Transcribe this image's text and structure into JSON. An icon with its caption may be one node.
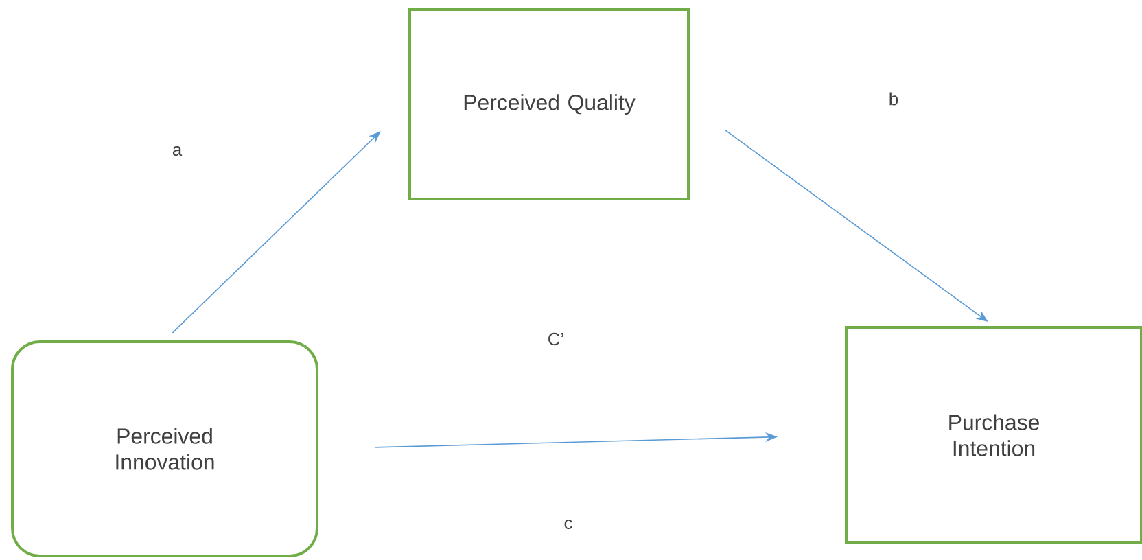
{
  "diagram": {
    "nodes": [
      {
        "text": [
          "Perceived Innovation"
        ]
      },
      {
        "text": [
          "Perceived Quality"
        ]
      },
      {
        "text": [
          "Purchase Intention"
        ]
      }
    ],
    "edges": [
      {
        "from": 0,
        "to": 1,
        "arrow": "to"
      },
      {
        "from": 1,
        "to": 2,
        "arrow": "to"
      },
      {
        "from": 0,
        "to": 2,
        "arrow": "to"
      }
    ],
    "labels": [
      "a",
      "b",
      "C’",
      "c"
    ]
  }
}
